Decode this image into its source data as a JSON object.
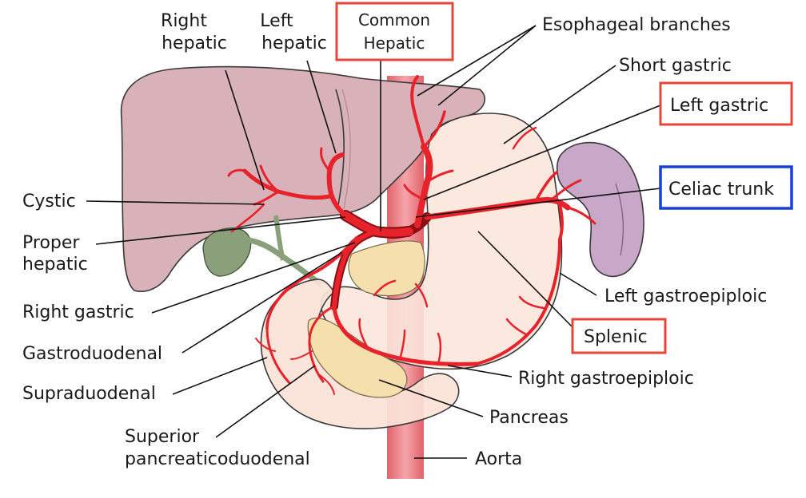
{
  "labels": {
    "right_hepatic": [
      "Right",
      "hepatic"
    ],
    "left_hepatic": [
      "Left",
      "hepatic"
    ],
    "common_hepatic": [
      "Common",
      "Hepatic"
    ],
    "esophageal_branches": "Esophageal branches",
    "short_gastric": "Short gastric",
    "left_gastric": "Left gastric",
    "celiac_trunk": "Celiac trunk",
    "cystic": "Cystic",
    "proper_hepatic": [
      "Proper",
      "hepatic"
    ],
    "right_gastric": "Right gastric",
    "gastroduodenal": "Gastroduodenal",
    "supraduodenal": "Supraduodenal",
    "superior_pancreaticoduodenal": [
      "Superior",
      "pancreaticoduodenal"
    ],
    "left_gastroepiploic": "Left gastroepiploic",
    "splenic": "Splenic",
    "right_gastroepiploic": "Right gastroepiploic",
    "pancreas": "Pancreas",
    "aorta": "Aorta"
  },
  "colors": {
    "artery": "#e8222a",
    "artery_dark": "#8a1014",
    "liver": "#d8b2b8",
    "liver_outline": "#5a4a4e",
    "stomach": "#fbe6dc",
    "spleen": "#c9a7c8",
    "gallbladder": "#8aa07a",
    "pancreas": "#f5dfad",
    "duodenum": "#fbe3d8",
    "aorta": "#ef7f86",
    "highlight_red": "#e8443a",
    "highlight_blue": "#1a3fd8"
  }
}
